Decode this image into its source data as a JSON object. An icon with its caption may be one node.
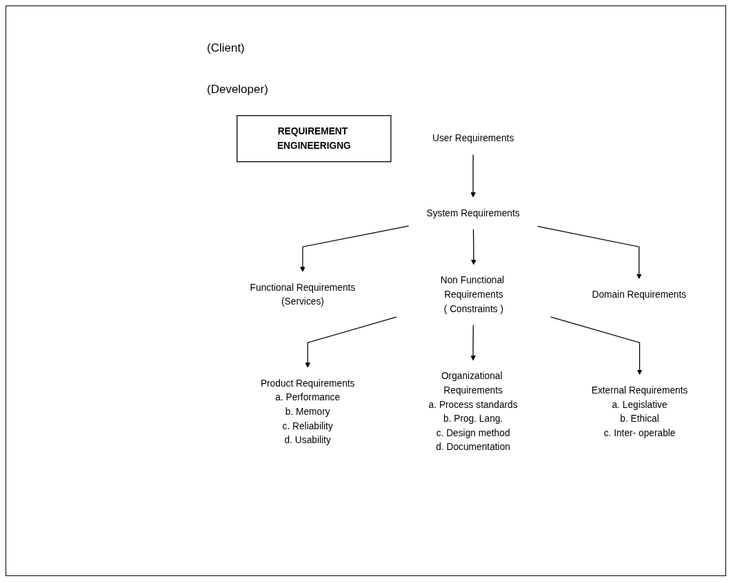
{
  "diagram": {
    "nodes": [
      {
        "text": [
          "REQUIREMENT ENGINEERIGNG"
        ]
      },
      {
        "text": [
          "User Requirements"
        ]
      },
      {
        "text": [
          "System Requirements"
        ]
      },
      {
        "text": [
          "Functional Requirements",
          "(Services)"
        ]
      },
      {
        "text": [
          "Non Functional Requirements",
          "( Constraints )"
        ]
      },
      {
        "text": [
          "Domain Requirements"
        ]
      },
      {
        "text": [
          "Product Requirements",
          "a. Performance",
          "b. Memory",
          "c. Reliability",
          "d. Usability"
        ]
      },
      {
        "text": [
          "Organizational Requirements",
          "a. Process standards",
          "b. Prog. Lang.",
          "c. Design method",
          "d. Documentation"
        ]
      },
      {
        "text": [
          "External Requirements",
          "a. Legislative",
          "b. Ethical",
          "c. Inter- operable"
        ]
      }
    ],
    "edges": [
      {
        "from": 1,
        "to": 2,
        "arrow": "to"
      },
      {
        "from": 2,
        "to": 3,
        "arrow": "to"
      },
      {
        "from": 2,
        "to": 4,
        "arrow": "to"
      },
      {
        "from": 2,
        "to": 5,
        "arrow": "to"
      },
      {
        "from": 4,
        "to": 6,
        "arrow": "to"
      },
      {
        "from": 4,
        "to": 7,
        "arrow": "to"
      },
      {
        "from": 4,
        "to": 8,
        "arrow": "to"
      }
    ],
    "labels": [
      "(Client)",
      "(Developer)"
    ]
  }
}
